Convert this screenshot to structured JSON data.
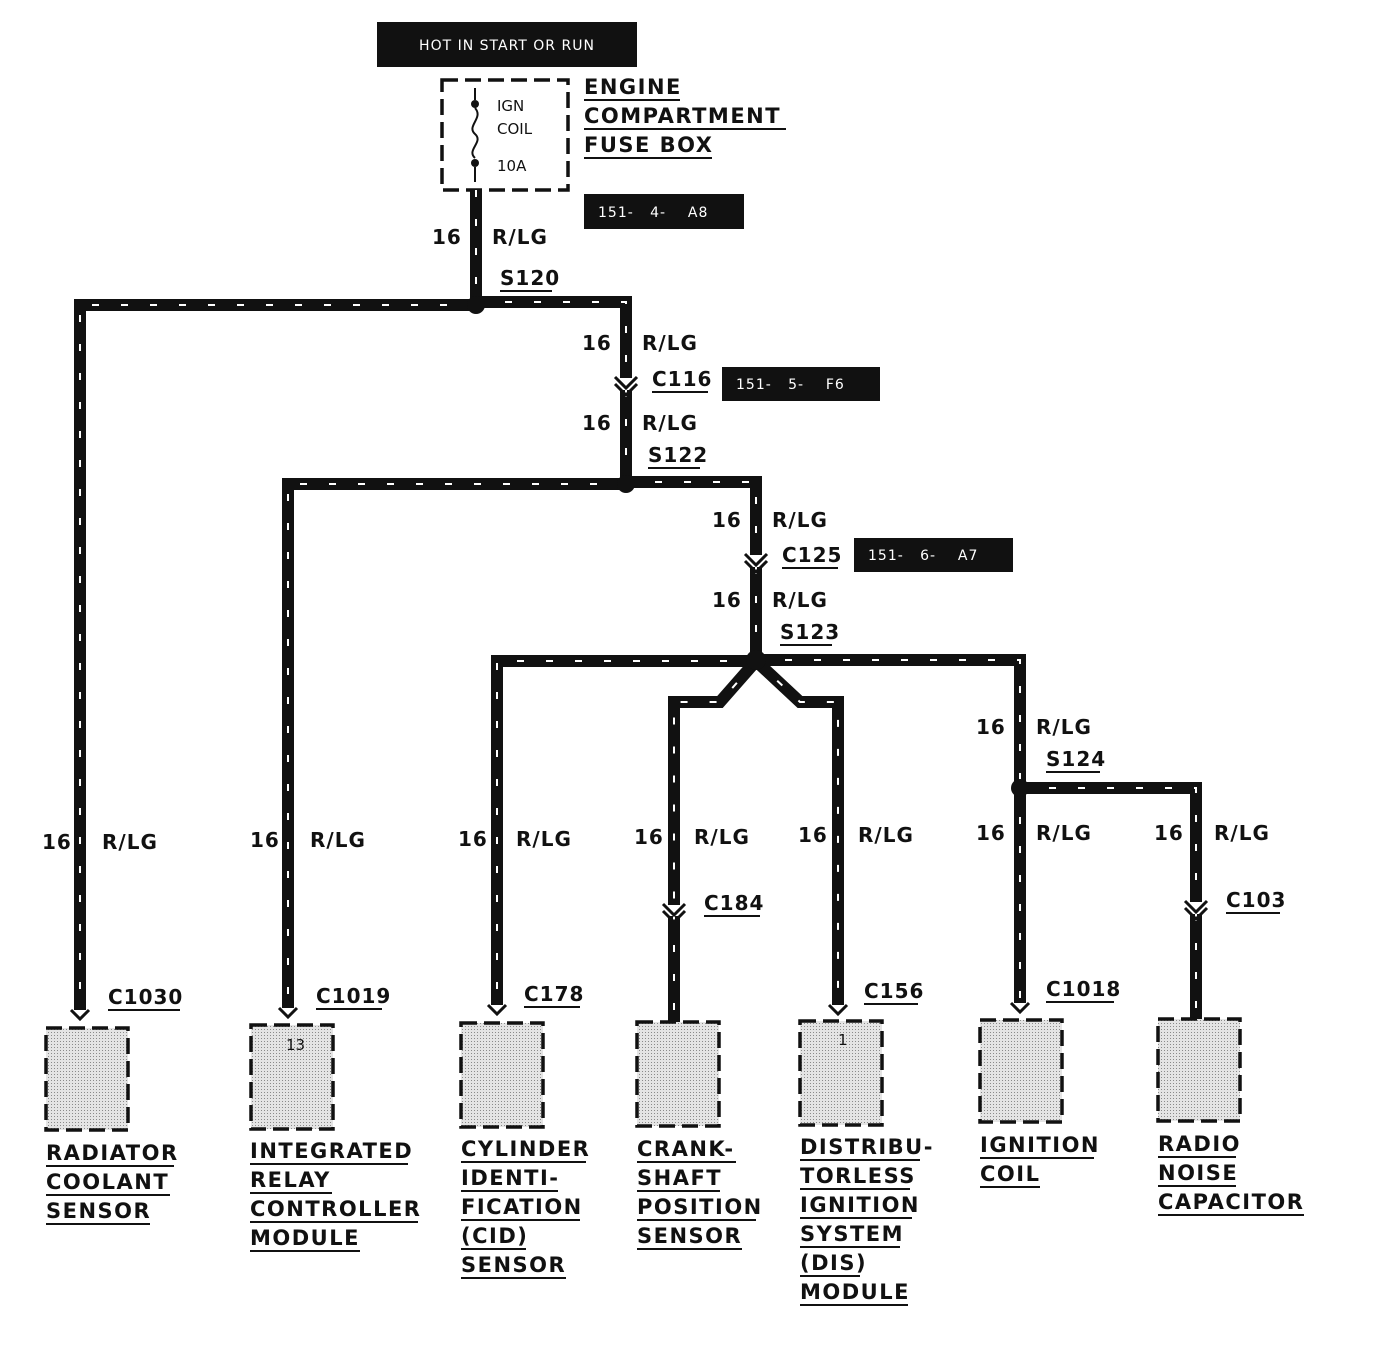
{
  "header": {
    "title": "HOT IN START OR RUN"
  },
  "fuse_box": {
    "name_lines": [
      "ENGINE",
      "COMPARTMENT",
      "FUSE BOX"
    ],
    "fuse_lines": [
      "IGN",
      "COIL",
      "10A"
    ]
  },
  "tags": [
    {
      "text": "151-   4-    A8"
    },
    {
      "text": "151-   5-    F6"
    },
    {
      "text": "151-   6-    A7"
    }
  ],
  "wire": {
    "gauge": "16",
    "color": "R/LG"
  },
  "splices": [
    "S120",
    "S122",
    "S123",
    "S124"
  ],
  "connectors": [
    "C116",
    "C125",
    "C184",
    "C103"
  ],
  "components": [
    {
      "connector": "C1030",
      "pin": "",
      "name_lines": [
        "RADIATOR",
        "COOLANT",
        "SENSOR"
      ]
    },
    {
      "connector": "C1019",
      "pin": "13",
      "name_lines": [
        "INTEGRATED",
        "RELAY",
        "CONTROLLER",
        "MODULE"
      ]
    },
    {
      "connector": "C178",
      "pin": "",
      "name_lines": [
        "CYLINDER",
        "IDENTI-",
        "FICATION",
        "(CID)",
        "SENSOR"
      ]
    },
    {
      "connector": "",
      "pin": "",
      "name_lines": [
        "CRANK-",
        "SHAFT",
        "POSITION",
        "SENSOR"
      ]
    },
    {
      "connector": "C156",
      "pin": "1",
      "name_lines": [
        "DISTRIBU-",
        "TORLESS",
        "IGNITION",
        "SYSTEM",
        "(DIS)",
        "MODULE"
      ]
    },
    {
      "connector": "C1018",
      "pin": "",
      "name_lines": [
        "IGNITION",
        "COIL"
      ]
    },
    {
      "connector": "",
      "pin": "",
      "name_lines": [
        "RADIO",
        "NOISE",
        "CAPACITOR"
      ]
    }
  ]
}
